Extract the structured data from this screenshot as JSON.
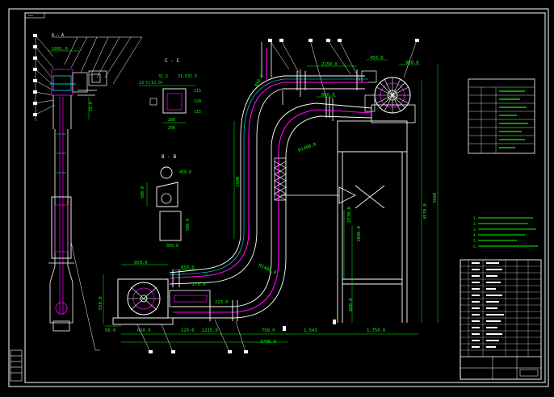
{
  "drawing": {
    "title_tag": "——",
    "main_title": "",
    "drawing_number": "",
    "scale": ""
  },
  "colors": {
    "background": "#000000",
    "frame": "#ffffff",
    "dimension": "#00ff00",
    "chain_path": "#ff00ff",
    "outline": "#ffffff",
    "guide": "#00ffff",
    "leader": "#ffffff"
  },
  "dimensions": {
    "top_left_a": "1001.0",
    "right_vertical": "16.0",
    "section_c_label": "C - C",
    "c_w1": "31.5",
    "c_w2": "31.5",
    "c_w3": "31.5",
    "c_left": "13-C(13.0)",
    "c_r1": "115",
    "c_r2": "120",
    "c_r3": "115",
    "c_bottom1": "200",
    "c_bottom2": "200",
    "section_b_label": "B - B",
    "b_w": "450.0",
    "b_h": "500.0",
    "b_bottom_h": "500.0",
    "b_bottom_w": "850.0",
    "top_chain_1": "2150.0",
    "top_chain_2": "600.0",
    "top_chain_3": "450.0",
    "top_right_1": "450.0",
    "top_right_2": "900.0",
    "radius_upper": "R1400.0",
    "radius_lower": "R1400.0",
    "inner_vert": "2230.0",
    "inner_vert2": "1800.0",
    "right_total": "4570.0",
    "right_h2": "3660",
    "frame_h": "600.0",
    "left_vert": "1900",
    "drive_w1": "950.0",
    "drive_w2": "650.0",
    "drive_h": "558.0",
    "drive_x1": "223.0",
    "drive_x2": "270.0",
    "base_l1": "50.0",
    "base_l2": "620.0",
    "base_l3": "120.0",
    "base_l4": "1215.0",
    "base_l5": "750.0",
    "base_l6": "1,543",
    "base_l7": "1,750.0",
    "overall": "3700.0",
    "lower_radius": "R1400.0"
  },
  "parts_table": {
    "title": "",
    "rows": [
      "",
      "",
      "",
      "",
      "",
      "",
      "",
      "",
      ""
    ]
  },
  "notes": {
    "title": "",
    "lines": [
      "1.",
      "2.",
      "3.",
      "4.",
      "5.",
      "6."
    ]
  },
  "title_block": {
    "company": "",
    "drawing_name": "",
    "drawing_no": ""
  }
}
